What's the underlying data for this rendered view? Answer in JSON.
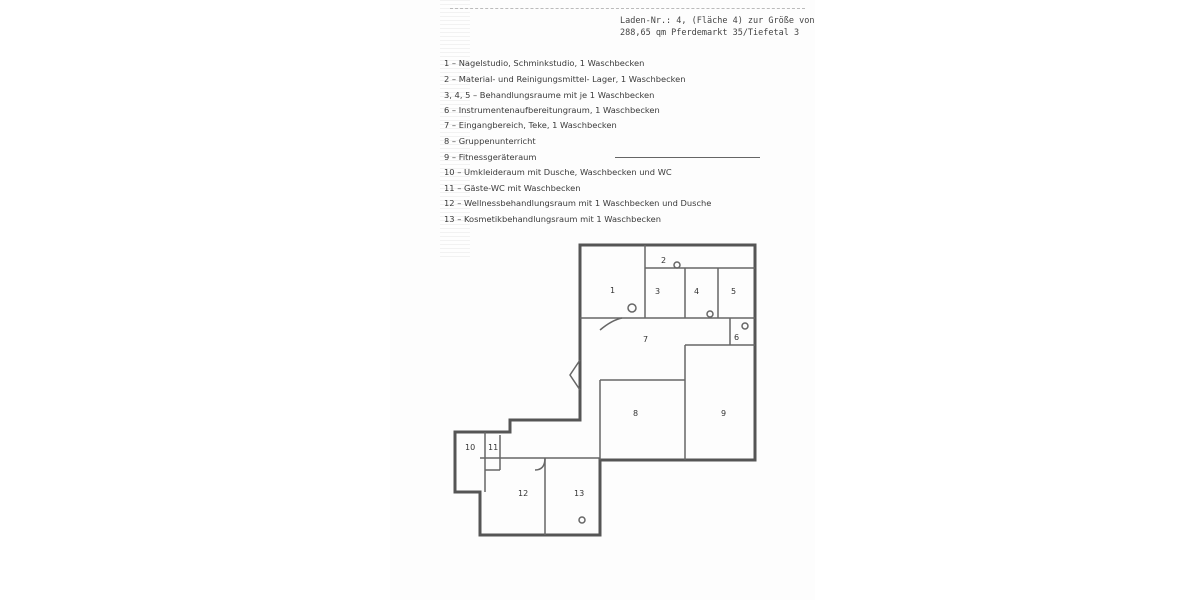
{
  "header": {
    "line1": "Laden-Nr.: 4, (Fläche 4) zur Größe von",
    "line2": "288,65 qm Pferdemarkt 35/Tiefetal 3"
  },
  "legend": [
    "1 – Nagelstudio, Schminkstudio, 1 Waschbecken",
    "2 – Material- und Reinigungsmittel- Lager, 1 Waschbecken",
    "3, 4, 5 – Behandlungsraume mit je 1 Waschbecken",
    "6 – Instrumentenaufbereitungraum, 1 Waschbecken",
    "7 – Eingangbereich, Teke, 1 Waschbecken",
    "8 – Gruppenunterricht",
    "9 – Fitnessgeräteraum",
    "10 – Umkleideraum mit Dusche, Waschbecken und WC",
    "11 – Gäste-WC mit Waschbecken",
    "12 – Wellnessbehandlungsraum mit 1 Waschbecken und Dusche",
    "13 – Kosmetikbehandlungsraum mit 1 Waschbecken"
  ],
  "plan": {
    "rooms": [
      "1",
      "2",
      "3",
      "4",
      "5",
      "6",
      "7",
      "8",
      "9",
      "10",
      "11",
      "12",
      "13"
    ]
  }
}
